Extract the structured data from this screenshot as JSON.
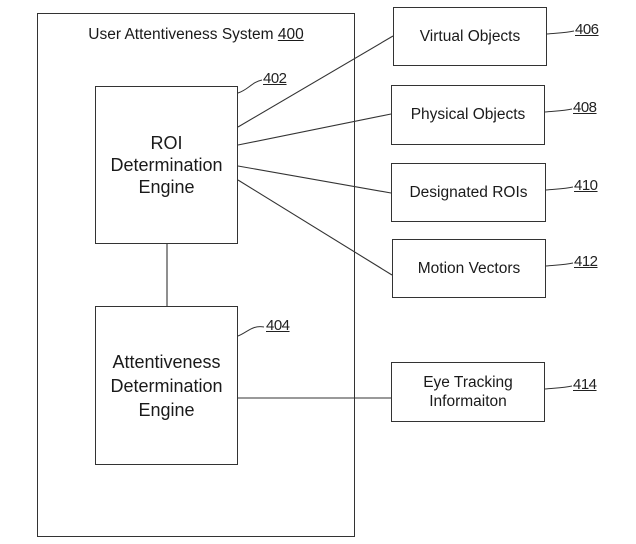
{
  "system": {
    "title": "User Attentiveness System",
    "ref": "400"
  },
  "engines": [
    {
      "id": "roi",
      "lines": [
        "ROI",
        "Determination",
        "Engine"
      ],
      "ref": "402"
    },
    {
      "id": "attentiveness",
      "lines": [
        "Attentiveness",
        "Determination",
        "Engine"
      ],
      "ref": "404"
    }
  ],
  "inputs": [
    {
      "id": "virtual-objects",
      "label": "Virtual Objects",
      "ref": "406"
    },
    {
      "id": "physical-objects",
      "label": "Physical Objects",
      "ref": "408"
    },
    {
      "id": "designated-rois",
      "label": "Designated ROIs",
      "ref": "410"
    },
    {
      "id": "motion-vectors",
      "label": "Motion Vectors",
      "ref": "412"
    },
    {
      "id": "eye-tracking",
      "lines": [
        "Eye Tracking",
        "Informaiton"
      ],
      "ref": "414"
    }
  ]
}
